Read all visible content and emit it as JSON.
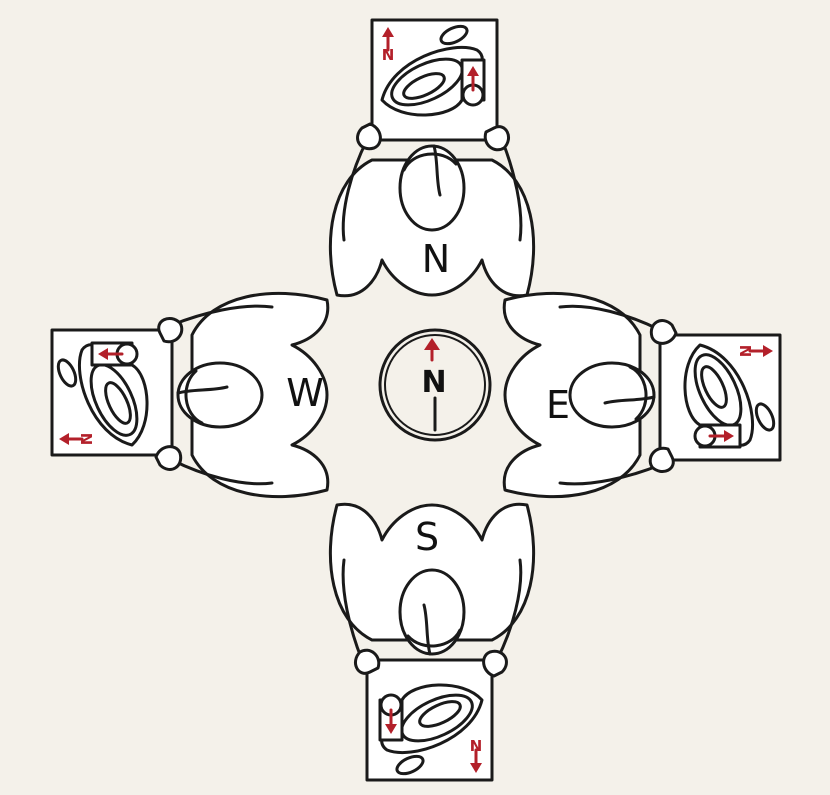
{
  "directions": {
    "north": "N",
    "south": "S",
    "east": "E",
    "west": "W"
  },
  "compass_rose": {
    "letter": "N"
  },
  "map_north_marker": "N",
  "colors": {
    "ink": "#1a1a1a",
    "north_arrow": "#b3202a",
    "paper": "#f4f1ea"
  },
  "figures": [
    {
      "facing": "north"
    },
    {
      "facing": "east"
    },
    {
      "facing": "south"
    },
    {
      "facing": "west"
    }
  ]
}
